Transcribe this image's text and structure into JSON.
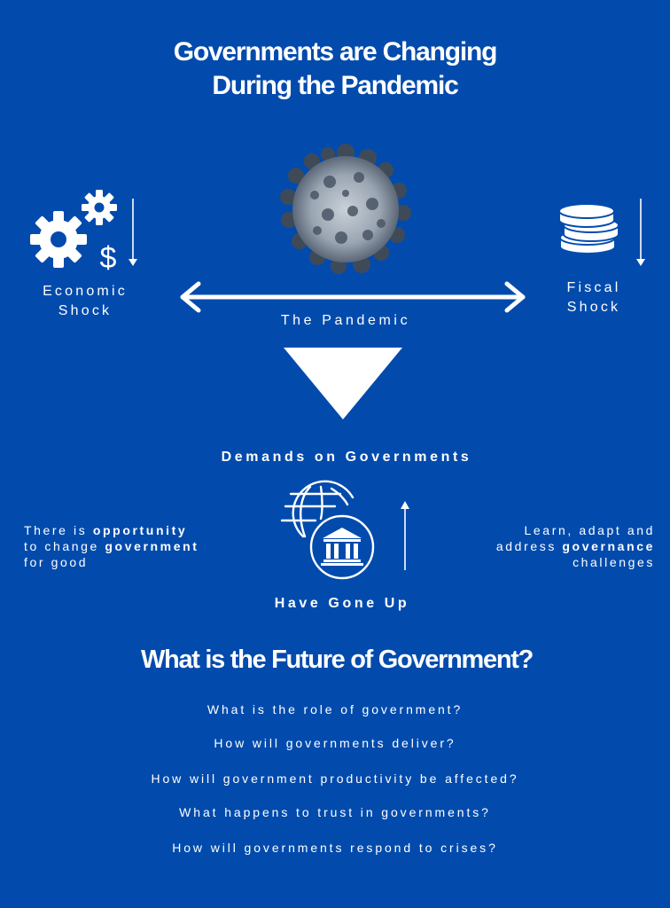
{
  "title": {
    "line1": "Governments are Changing",
    "line2": "During the Pandemic"
  },
  "economic": {
    "label_line1": "Economic",
    "label_line2": "Shock",
    "icon": "gears-dollar-icon",
    "trend": "down"
  },
  "fiscal": {
    "label_line1": "Fiscal",
    "label_line2": "Shock",
    "icon": "coin-stack-icon",
    "trend": "down"
  },
  "pandemic": {
    "label": "The Pandemic",
    "icon": "virus-icon"
  },
  "demands": {
    "heading": "Demands on Governments",
    "footer": "Have Gone Up",
    "icon": "globe-government-building-icon",
    "trend": "up"
  },
  "left_note": {
    "l1_pre": "There is ",
    "l1_bold": "opportunity",
    "l2_pre": "to change ",
    "l2_bold": "government",
    "l3": "for good"
  },
  "right_note": {
    "l1": "Learn, adapt and",
    "l2_pre": "address ",
    "l2_bold": "governance",
    "l3": "challenges"
  },
  "future": {
    "heading": "What is the Future of Government?",
    "questions": [
      "What is the role of government?",
      "How will governments deliver?",
      "How will government productivity be affected?",
      "What happens to trust in governments?",
      "How will governments respond to crises?"
    ]
  },
  "colors": {
    "background": "#024bad",
    "foreground": "#ffffff",
    "virus": "#4f5b6b"
  }
}
